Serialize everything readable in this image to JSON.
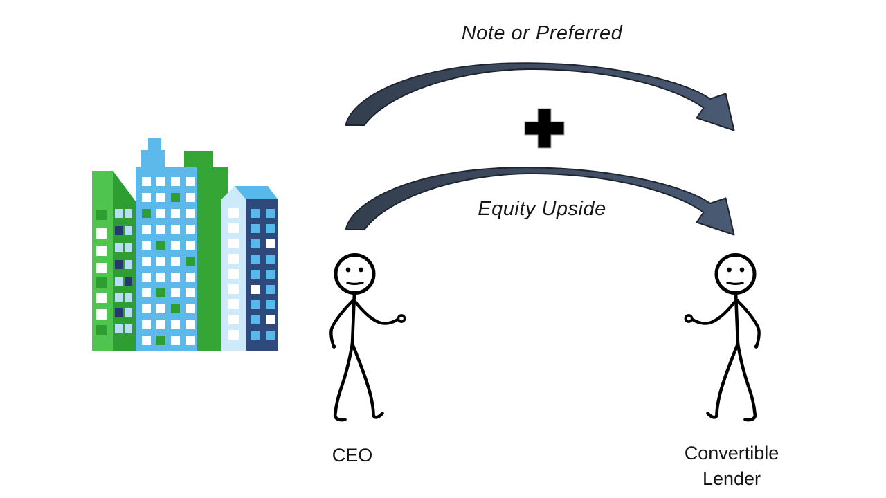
{
  "diagram": {
    "background": "#ffffff",
    "arrows": {
      "top": {
        "label": "Note or Preferred",
        "direction": "left-to-right"
      },
      "bottom": {
        "label": "Equity Upside",
        "direction": "left-to-right"
      }
    },
    "plus_icon": {
      "glyph": "+",
      "color": "#000000"
    },
    "actors": {
      "left": {
        "label": "CEO"
      },
      "right": {
        "label": "Convertible Lender"
      }
    },
    "colors": {
      "arrow_fill_start": "#333e4e",
      "arrow_fill_end": "#4b5a74",
      "arrow_outline": "#1d2530",
      "building_light_green": "#4fc44f",
      "building_dark_green": "#2f9e32",
      "building_mid_green": "#35a535",
      "building_sky_blue": "#5cb9e9",
      "building_pale_blue": "#cdeafa",
      "building_navy": "#2e4a7c",
      "window_white": "#ffffff",
      "window_green": "#2f9e32",
      "window_light_blue": "#b5ddf3",
      "window_navy": "#27386f",
      "window_sky_blue": "#58b8e9",
      "figure_stroke": "#000000",
      "text": "#141414"
    }
  }
}
